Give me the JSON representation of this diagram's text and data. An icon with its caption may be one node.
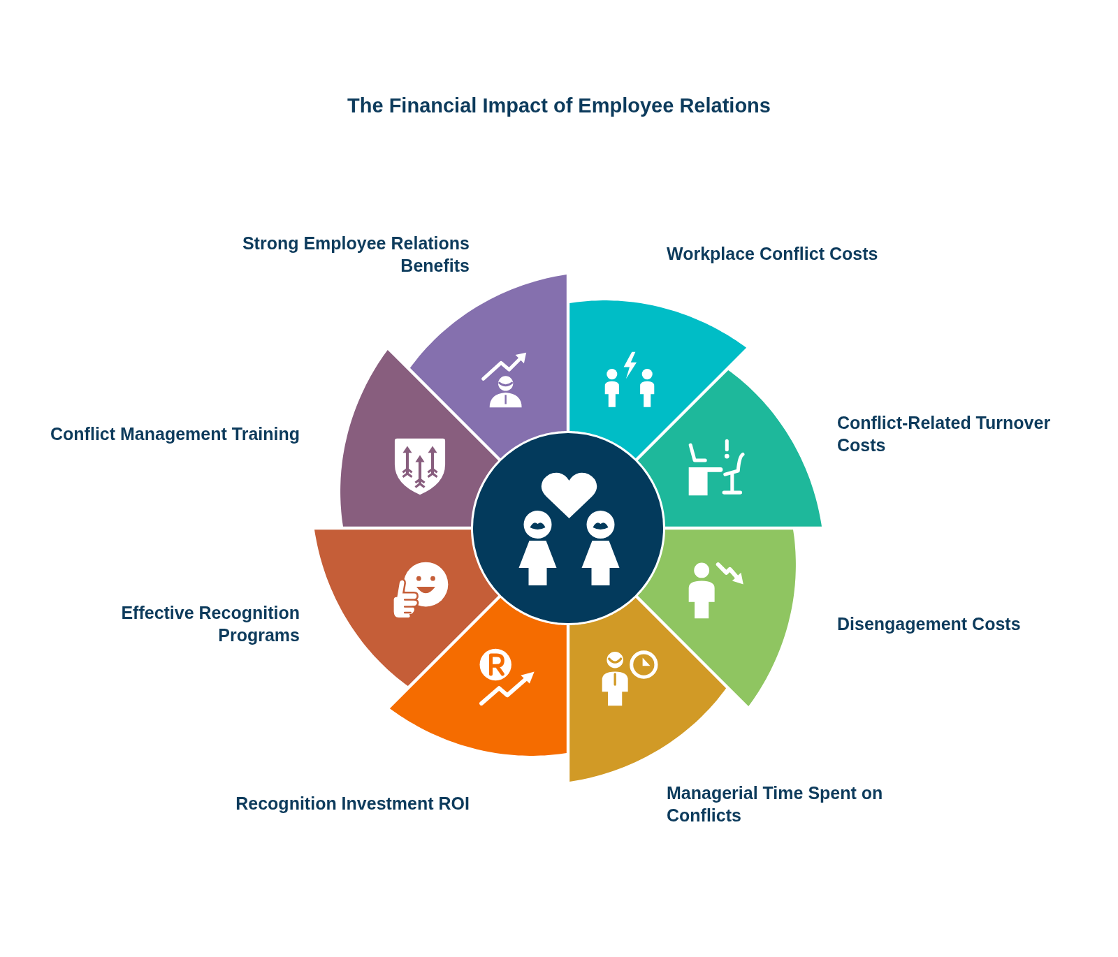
{
  "diagram": {
    "title": "The Financial Impact of Employee Relations",
    "nodes": [
      {
        "text": [
          "Workplace Conflict Costs"
        ]
      },
      {
        "text": [
          "Conflict-Related Turnover Costs"
        ]
      },
      {
        "text": [
          "Disengagement Costs"
        ]
      },
      {
        "text": [
          "Managerial Time Spent on Conflicts"
        ]
      },
      {
        "text": [
          "Recognition Investment ROI"
        ]
      },
      {
        "text": [
          "Effective Recognition Programs"
        ]
      },
      {
        "text": [
          "Conflict Management Training"
        ]
      },
      {
        "text": [
          "Strong Employee Relations Benefits"
        ]
      },
      {
        "text": [],
        "shape": "circle"
      }
    ]
  }
}
